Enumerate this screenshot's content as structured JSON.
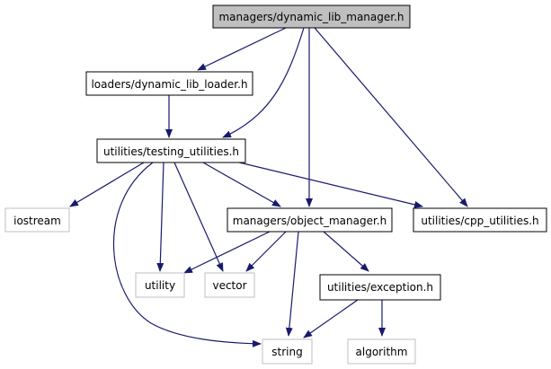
{
  "nodes": {
    "dynamic_lib_manager": "managers/dynamic_lib_manager.h",
    "dynamic_lib_loader": "loaders/dynamic_lib_loader.h",
    "testing_utilities": "utilities/testing_utilities.h",
    "iostream": "iostream",
    "object_manager": "managers/object_manager.h",
    "cpp_utilities": "utilities/cpp_utilities.h",
    "utility": "utility",
    "vector": "vector",
    "exception": "utilities/exception.h",
    "string": "string",
    "algorithm": "algorithm"
  },
  "colors": {
    "edge": "#191970",
    "root_fill": "#bfbfbf",
    "node_border": "#000000",
    "external_border": "#bfbfbf"
  }
}
